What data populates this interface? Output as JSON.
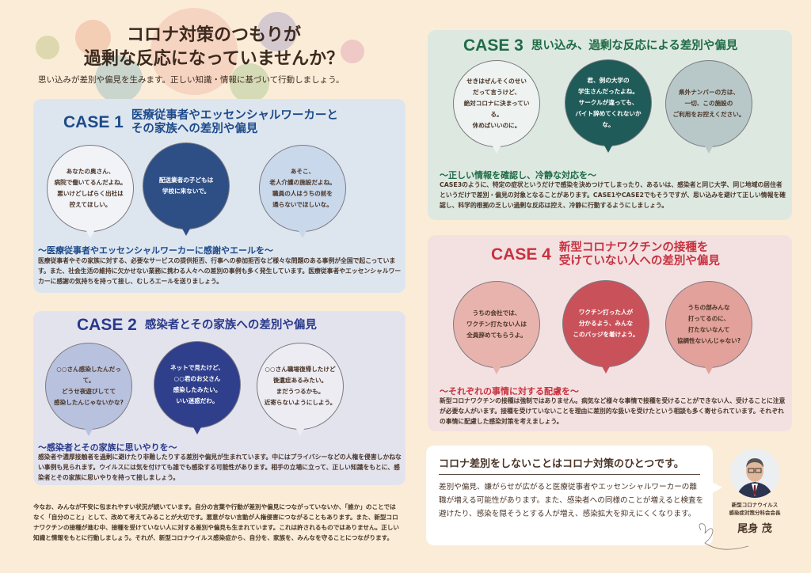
{
  "header": {
    "title_line1": "コロナ対策のつもりが",
    "title_line2": "過剰な反応になっていませんか？",
    "subtitle": "思い込みが差別や偏見を生みます。正しい知識・情報に基づいて行動しましょう。"
  },
  "cases": [
    {
      "label": "CASE 1",
      "title_line1": "医療従事者やエッセンシャルワーカーと",
      "title_line2": "その家族への差別や偏見",
      "color": "#1d4a8a",
      "bubbles": [
        "あなたの奥さん、\n病院で働いてるんだよね。\n悪いけどしばらく出社は\n控えてほしい。",
        "配送業者の子どもは\n学校に来ないで。",
        "あそこ、\n老人介護の施設だよね。\n職員の人はうちの前を\n通らないでほしいな。"
      ],
      "heading": "～医療従事者やエッセンシャルワーカーに感謝やエールを～",
      "body": "医療従事者やその家族に対する、必要なサービスの提供拒否、行事への参加拒否など様々な問題のある事例が全国で起こっています。また、社会生活の維持に欠かせない業務に携わる人々への差別の事例も多く発生しています。医療従事者やエッセンシャルワーカーに感謝の気持ちを持って接し、むしろエールを送りましょう。"
    },
    {
      "label": "CASE 2",
      "title_line1": "感染者とその家族への差別や偏見",
      "title_line2": "",
      "color": "#2a3a8a",
      "bubbles": [
        "○○さん感染したんだって。\nどうせ夜遊びしてて\n感染したんじゃないかな?",
        "ネットで見たけど、\n○○君のお父さん\n感染したみたい。\nいい迷惑だわ。",
        "○○さん職場復帰したけど\n後遺症あるみたい。\nまだうつるかも。\n近寄らないようにしよう。"
      ],
      "heading": "～感染者とその家族に思いやりを～",
      "body": "感染者や濃厚接触者を過剰に避けたり非難したりする差別や偏見が生まれています。中にはプライバシーなどの人権を侵害しかねない事例も見られます。ウイルスには気を付けても誰でも感染する可能性があります。相手の立場に立って、正しい知識をもとに、感染者とその家族に思いやりを持って接しましょう。"
    },
    {
      "label": "CASE 3",
      "title_line1": "思い込み、過剰な反応による差別や偏見",
      "title_line2": "",
      "color": "#1f6b45",
      "bubbles": [
        "せきはぜんそくのせい\nだって言うけど、\n絶対コロナに決まっている。\n休めばいいのに。",
        "君、例の大学の\n学生さんだったよね。\nサークルが違っても、\nバイト辞めてくれないかな。",
        "県外ナンバーの方は、\n一切、この施設の\nご利用をお控えください。"
      ],
      "heading": "～正しい情報を確認し、冷静な対応を～",
      "body": "CASE3のように、特定の症状というだけで感染を決めつけてしまったり、あるいは、感染者と同じ大学、同じ地域の居住者というだけで差別・偏見の対象となることがあります。CASE1やCASE2でもそうですが、思い込みを避けて正しい情報を確認し、科学的根拠の乏しい過剰な反応は控え、冷静に行動するようにしましょう。"
    },
    {
      "label": "CASE 4",
      "title_line1": "新型コロナワクチンの接種を",
      "title_line2": "受けていない人への差別や偏見",
      "color": "#c8323f",
      "bubbles": [
        "うちの会社では、\nワクチン打たない人は\n全員辞めてもらうよ。",
        "ワクチン打った人が\n分かるよう、みんな\nこのバッジを着けよう。",
        "うちの部みんな\n打ってるのに、\n打たないなんて\n協調性ないんじゃない?"
      ],
      "heading": "～それぞれの事情に対する配慮を～",
      "body": "新型コロナワクチンの接種は強制ではありません。病気など様々な事情で接種を受けることができない人、受けることに注意が必要な人がいます。接種を受けていないことを理由に差別的な扱いを受けたという相談も多く寄せられています。それぞれの事情に配慮した感染対策を考えましょう。"
    }
  ],
  "footer_text": "今なお、みんなが不安に包まれやすい状況が続いています。自分の言葉や行動が差別や偏見につながっていないか、「誰か」のことではなく「自分のこと」として、改めて考えてみることが大切です。悪意がない言動が人権侵害につながることもあります。また、新型コロナワクチンの接種が進む中、接種を受けていない人に対する差別や偏見も生まれています。これは許されるものではありません。正しい知識と情報をもとに行動しましょう。それが、新型コロナウイルス感染症から、自分を、家族を、みんなを守ることにつながります。",
  "message": {
    "title": "コロナ差別をしないことはコロナ対策のひとつです。",
    "body": "差別や偏見、嫌がらせが広がると医療従事者やエッセンシャルワーカーの離職が増える可能性があります。また、感染者への同様のことが増えると検査を避けたり、感染を隠そうとする人が増え、感染拡大を抑えにくくなります。",
    "role_line1": "新型コロナウイルス",
    "role_line2": "感染症対策分科会会長",
    "name": "尾身 茂"
  }
}
